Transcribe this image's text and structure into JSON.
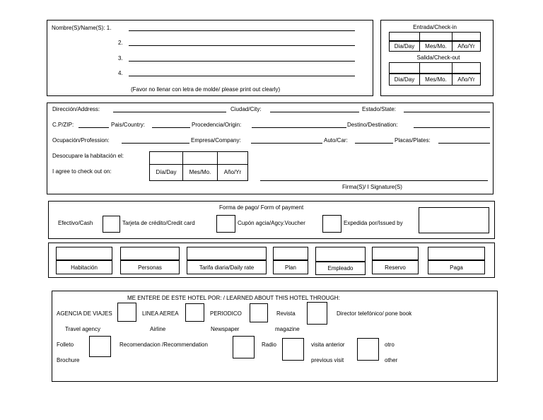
{
  "names": {
    "label": "Nombre(S)/Name(S): 1.",
    "n2": "2.",
    "n3": "3.",
    "n4": "4.",
    "note": "(Favor no llenar con letra de molde/ please print out clearly)"
  },
  "checkin": {
    "title": "Entrada/Check-in",
    "day": "Dia/Day",
    "month": "Mes/Mo.",
    "year": "Año/Yr"
  },
  "checkout": {
    "title": "Salida/Check-out",
    "day": "Dia/Day",
    "month": "Mes/Mo.",
    "year": "Año/Yr"
  },
  "guest": {
    "address": "Dirección/Address:",
    "city": "Ciudad/City:",
    "state": "Estado/State:",
    "zip": "C.P/ZIP:",
    "country": "Pais/Country:",
    "origin": "Procedencia/Origin:",
    "destination": "Destino/Destination:",
    "occupation": "Ocupación/Profession:",
    "company": "Empresa/Company:",
    "car": "Auto/Car:",
    "plates": "Placas/Plates:",
    "vacate_es": "Desocupare la habitación el:",
    "vacate_en": "I agree to check out on:",
    "day": "Día/Day",
    "month": "Mes/Mo.",
    "year": "Año/Yr",
    "signature": "Firma(S)/ I Signature(S)"
  },
  "payment": {
    "title": "Forma de pago/ Form of payment",
    "cash": "Efectivo/Cash",
    "card": "Tarjeta de crédito/Credit card",
    "voucher": "Cupón agcia/Agcy.Voucher",
    "issued": "Expedida por/Issued by"
  },
  "office": {
    "room": "Habitación",
    "persons": "Personas",
    "rate": "Tarifa diaria/Daily rate",
    "plan": "Plan",
    "employee": "Empleado",
    "reserve": "Reservo",
    "pay": "Paga"
  },
  "learned": {
    "title": "ME ENTERE DE ESTE HOTEL POR: / LEARNED ABOUT THIS HOTEL THROUGH:",
    "agency": "AGENCIA DE VIAJES",
    "agency_en": "Travel agency",
    "airline": "LINEA AEREA",
    "airline_en": "Airline",
    "newspaper": "PERIODICO",
    "newspaper_en": "Newspaper",
    "magazine": "Revista",
    "magazine_en": "magazine",
    "phonebook": "Director telefónico/ pone book",
    "brochure": "Folleto",
    "brochure_en": "Brochure",
    "recommendation": "Recomendacion /Recommendation",
    "radio": "Radio",
    "previous": "visita anterior",
    "previous_en": "previous visit",
    "other": "otro",
    "other_en": "other"
  }
}
